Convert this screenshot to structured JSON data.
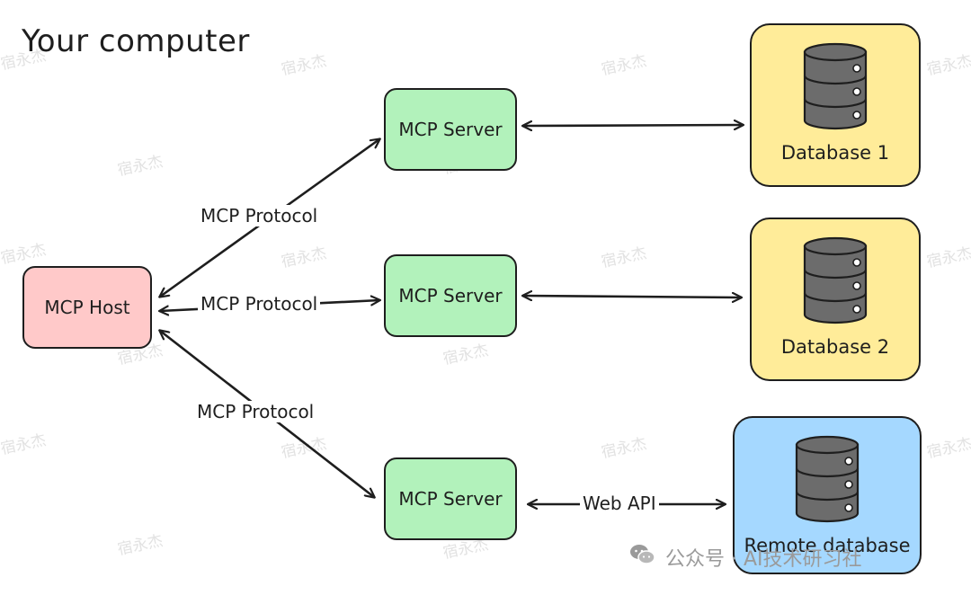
{
  "title": "Your computer",
  "nodes": {
    "host": "MCP Host",
    "server1": "MCP Server",
    "server2": "MCP Server",
    "server3": "MCP Server",
    "db1": "Database 1",
    "db2": "Database 2",
    "db3": "Remote database"
  },
  "edges": {
    "protocol1": "MCP Protocol",
    "protocol2": "MCP Protocol",
    "protocol3": "MCP Protocol",
    "web_api": "Web API"
  },
  "watermark": "宿永杰",
  "footer": "公众号 · AI技术研习社",
  "colors": {
    "host": "#ffc9c9",
    "server": "#b2f2bb",
    "local_db": "#ffec99",
    "remote_db": "#a5d8ff",
    "stroke": "#1e1e1e"
  }
}
